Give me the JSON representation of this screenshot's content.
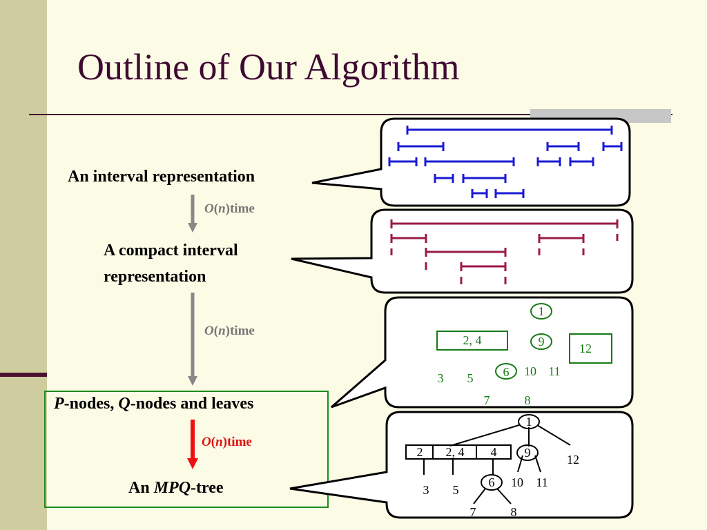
{
  "title": "Outline of Our Algorithm",
  "steps": {
    "interval": "An interval representation",
    "compact_line1": "A compact interval",
    "compact_line2": "representation",
    "pq_p": "P",
    "pq_mid": "-nodes,  ",
    "pq_q": "Q",
    "pq_end": "-nodes and leaves",
    "mpq_an": "An ",
    "mpq_mpq": "MPQ",
    "mpq_tree": "-tree"
  },
  "time_label": {
    "o": "O",
    "open": "(",
    "n": "n",
    "close": ")",
    "word": "time"
  },
  "pq_panel": {
    "group_label": "2, 4",
    "node_labels": [
      "1",
      "9",
      "12",
      "6",
      "10",
      "11",
      "3",
      "5",
      "7",
      "8"
    ]
  },
  "mpq_panel": {
    "root": "1",
    "q_cells": [
      "2",
      "2, 4",
      "4"
    ],
    "node_labels": [
      "9",
      "12",
      "6",
      "10",
      "11",
      "3",
      "5",
      "7",
      "8"
    ]
  },
  "colors": {
    "blue": "#1a1ad6",
    "maroon": "#9a1a4a",
    "green": "#157a15",
    "arrow_gray": "#888888",
    "arrow_red": "#ee1010"
  }
}
